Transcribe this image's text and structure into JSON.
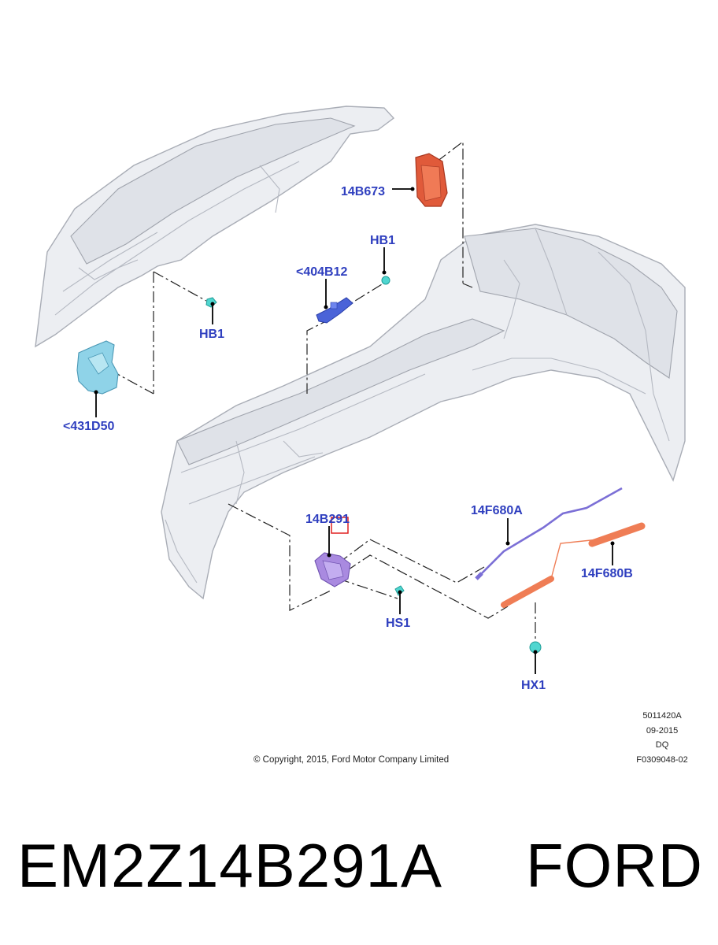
{
  "diagram": {
    "callouts": {
      "c_14b673": "14B673",
      "c_hb1_top": "HB1",
      "c_404b12": "<404B12",
      "c_hb1_left": "HB1",
      "c_431d50": "<431D50",
      "c_14b291": "14B291",
      "c_14f680a": "14F680A",
      "c_14f680b": "14F680B",
      "c_hs1": "HS1",
      "c_hx1": "HX1"
    },
    "meta": {
      "illustration_no": "5011420A",
      "date": "09-2015",
      "initials": "DQ",
      "figure_code": "F0309048-02",
      "copyright": "© Copyright, 2015, Ford Motor Company Limited"
    },
    "colors": {
      "callout_text": "#2f3fbf",
      "module_red": "#e05a3a",
      "module_blue": "#4a63d8",
      "module_cyan": "#8fd3e8",
      "module_purple": "#a98ae0",
      "harness_purple": "#7b6fd6",
      "harness_orange": "#ef7d55",
      "fastener_cyan": "#4fd6d0",
      "highlight_box": "#e02020"
    }
  },
  "footer": {
    "part_number": "EM2Z14B291A",
    "brand": "FORD"
  }
}
